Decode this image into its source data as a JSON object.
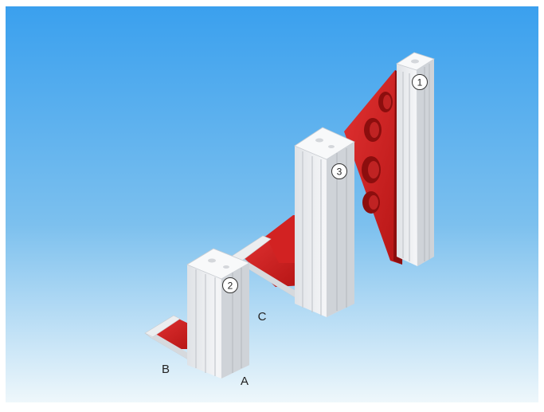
{
  "diagram": {
    "labels": {
      "A": "A",
      "B": "B",
      "C": "C"
    },
    "callouts": {
      "one": "1",
      "two": "2",
      "three": "3"
    }
  },
  "colors": {
    "background_top": "#3aa0ee",
    "background_bottom": "#eef7fb",
    "profile_face": "#eceef0",
    "profile_shadow": "#c9cdd2",
    "profile_top": "#f6f7f8",
    "bracket_red": "#cc1a1a",
    "bracket_dark": "#8c0e0e",
    "bracket_light": "#e23232"
  }
}
